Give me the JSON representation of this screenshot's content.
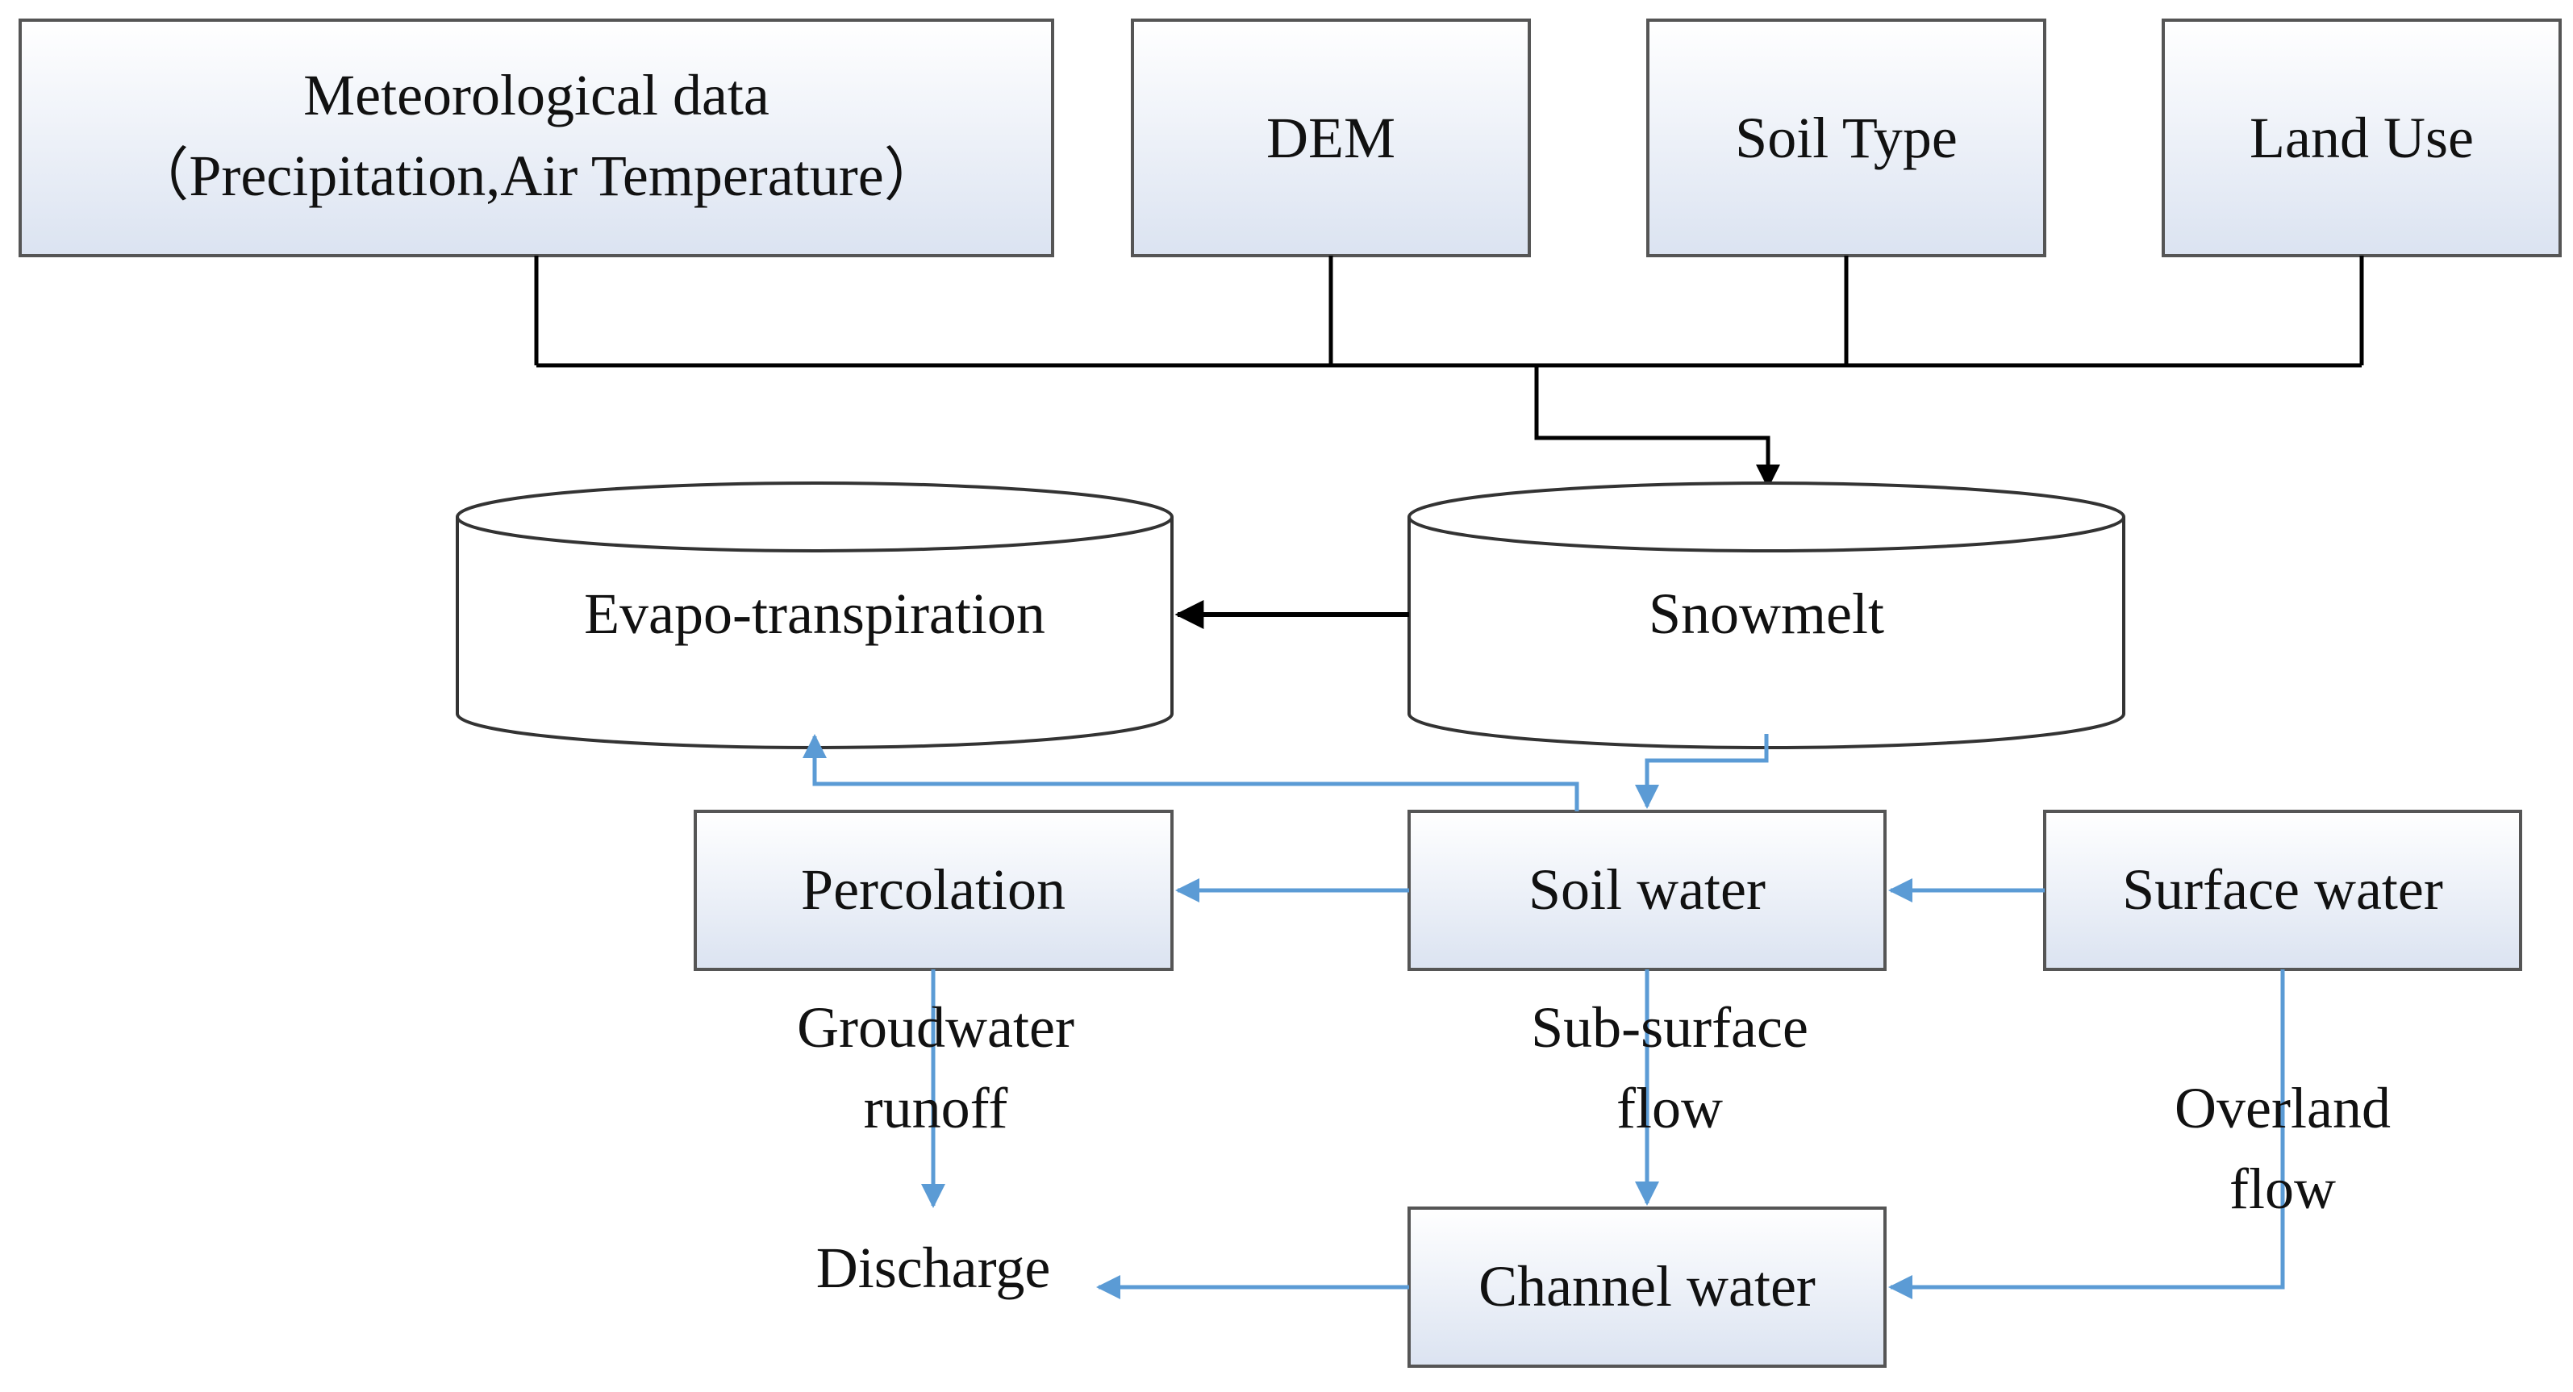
{
  "inputs": {
    "meteorological": {
      "line1": "Meteorological data",
      "line2": "（Precipitation,Air Temperature）"
    },
    "dem": "DEM",
    "soil_type": "Soil Type",
    "land_use": "Land Use"
  },
  "stores": {
    "evapotranspiration": "Evapo-transpiration",
    "snowmelt": "Snowmelt"
  },
  "processes": {
    "percolation": "Percolation",
    "soil_water": "Soil water",
    "surface_water": "Surface water",
    "channel_water": "Channel water"
  },
  "flows": {
    "groundwater_runoff": {
      "line1": "Groudwater",
      "line2": "runoff"
    },
    "subsurface_flow": {
      "line1": "Sub-surface",
      "line2": "flow"
    },
    "overland_flow": {
      "line1": "Overland",
      "line2": "flow"
    }
  },
  "outputs": {
    "discharge": "Discharge"
  },
  "colors": {
    "black_line": "#000000",
    "blue_line": "#5b9bd5",
    "box_fill_top": "#ffffff",
    "box_fill_bottom": "#dde6f3",
    "box_stroke": "#555555"
  }
}
